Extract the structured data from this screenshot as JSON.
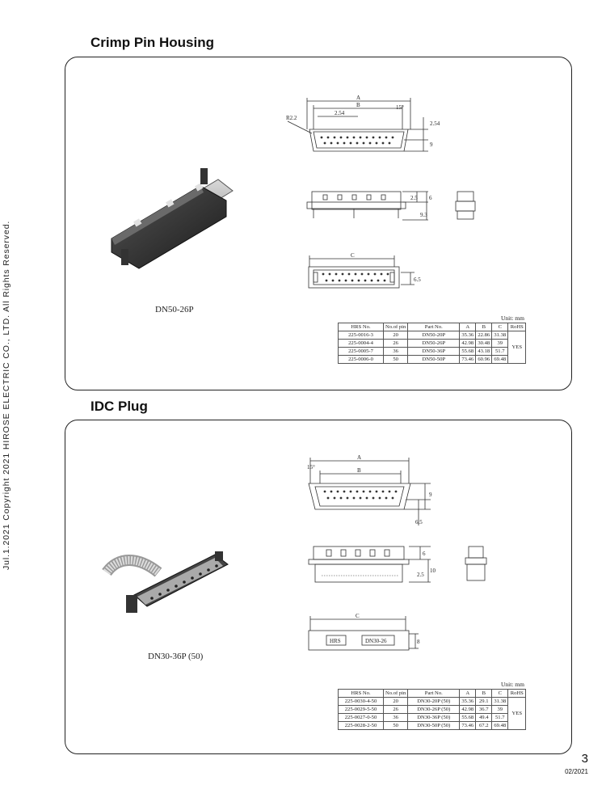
{
  "side_copyright": "Jul.1.2021 Copyright 2021 HIROSE ELECTRIC CO., LTD. All Rights Reserved.",
  "sections": [
    {
      "title": "Crimp Pin Housing",
      "product_caption": "DN50-26P",
      "drawing_labels": {
        "a": "A",
        "b": "B",
        "c": "C",
        "r": "R2.2",
        "p1": "2.54",
        "angle": "15°",
        "d1": "2.54",
        "d2": "9",
        "d3": "2.5",
        "d4": "6",
        "d5": "9.3",
        "d6": "6.5"
      },
      "unit": "Unit: mm",
      "table": {
        "headers": [
          "HRS No.",
          "No.of pin",
          "Part No.",
          "A",
          "B",
          "C",
          "RoHS"
        ],
        "rows": [
          [
            "225-0016-3",
            "20",
            "DN50-20P",
            "35.36",
            "22.86",
            "31.38"
          ],
          [
            "225-0004-4",
            "26",
            "DN50-26P",
            "42.98",
            "30.48",
            "39"
          ],
          [
            "225-0005-7",
            "36",
            "DN50-36P",
            "55.68",
            "43.18",
            "51.7"
          ],
          [
            "225-0006-0",
            "50",
            "DN50-50P",
            "73.46",
            "60.96",
            "69.48"
          ]
        ],
        "rohs": "YES"
      }
    },
    {
      "title": "IDC Plug",
      "product_caption": "DN30-36P (50)",
      "drawing_labels": {
        "a": "A",
        "b": "B",
        "c": "C",
        "angle": "15°",
        "d1": "9",
        "d2": "6.5",
        "d3": "6",
        "d4": "2.5",
        "d5": "10",
        "d6": "8",
        "logo": "HRS",
        "part": "DN30-26"
      },
      "unit": "Unit: mm",
      "table": {
        "headers": [
          "HRS No.",
          "No.of pin",
          "Part No.",
          "A",
          "B",
          "C",
          "RoHS"
        ],
        "rows": [
          [
            "225-0030-4-50",
            "20",
            "DN30-20P (50)",
            "35.36",
            "29.1",
            "31.38"
          ],
          [
            "225-0029-5-50",
            "26",
            "DN30-26P (50)",
            "42.98",
            "36.7",
            "39"
          ],
          [
            "225-0027-0-50",
            "36",
            "DN30-36P (50)",
            "55.68",
            "49.4",
            "51.7"
          ],
          [
            "225-0028-2-50",
            "50",
            "DN30-50P (50)",
            "73.46",
            "67.2",
            "69.48"
          ]
        ],
        "rohs": "YES"
      }
    }
  ],
  "footer": {
    "page_number": "3",
    "date": "02/2021"
  }
}
